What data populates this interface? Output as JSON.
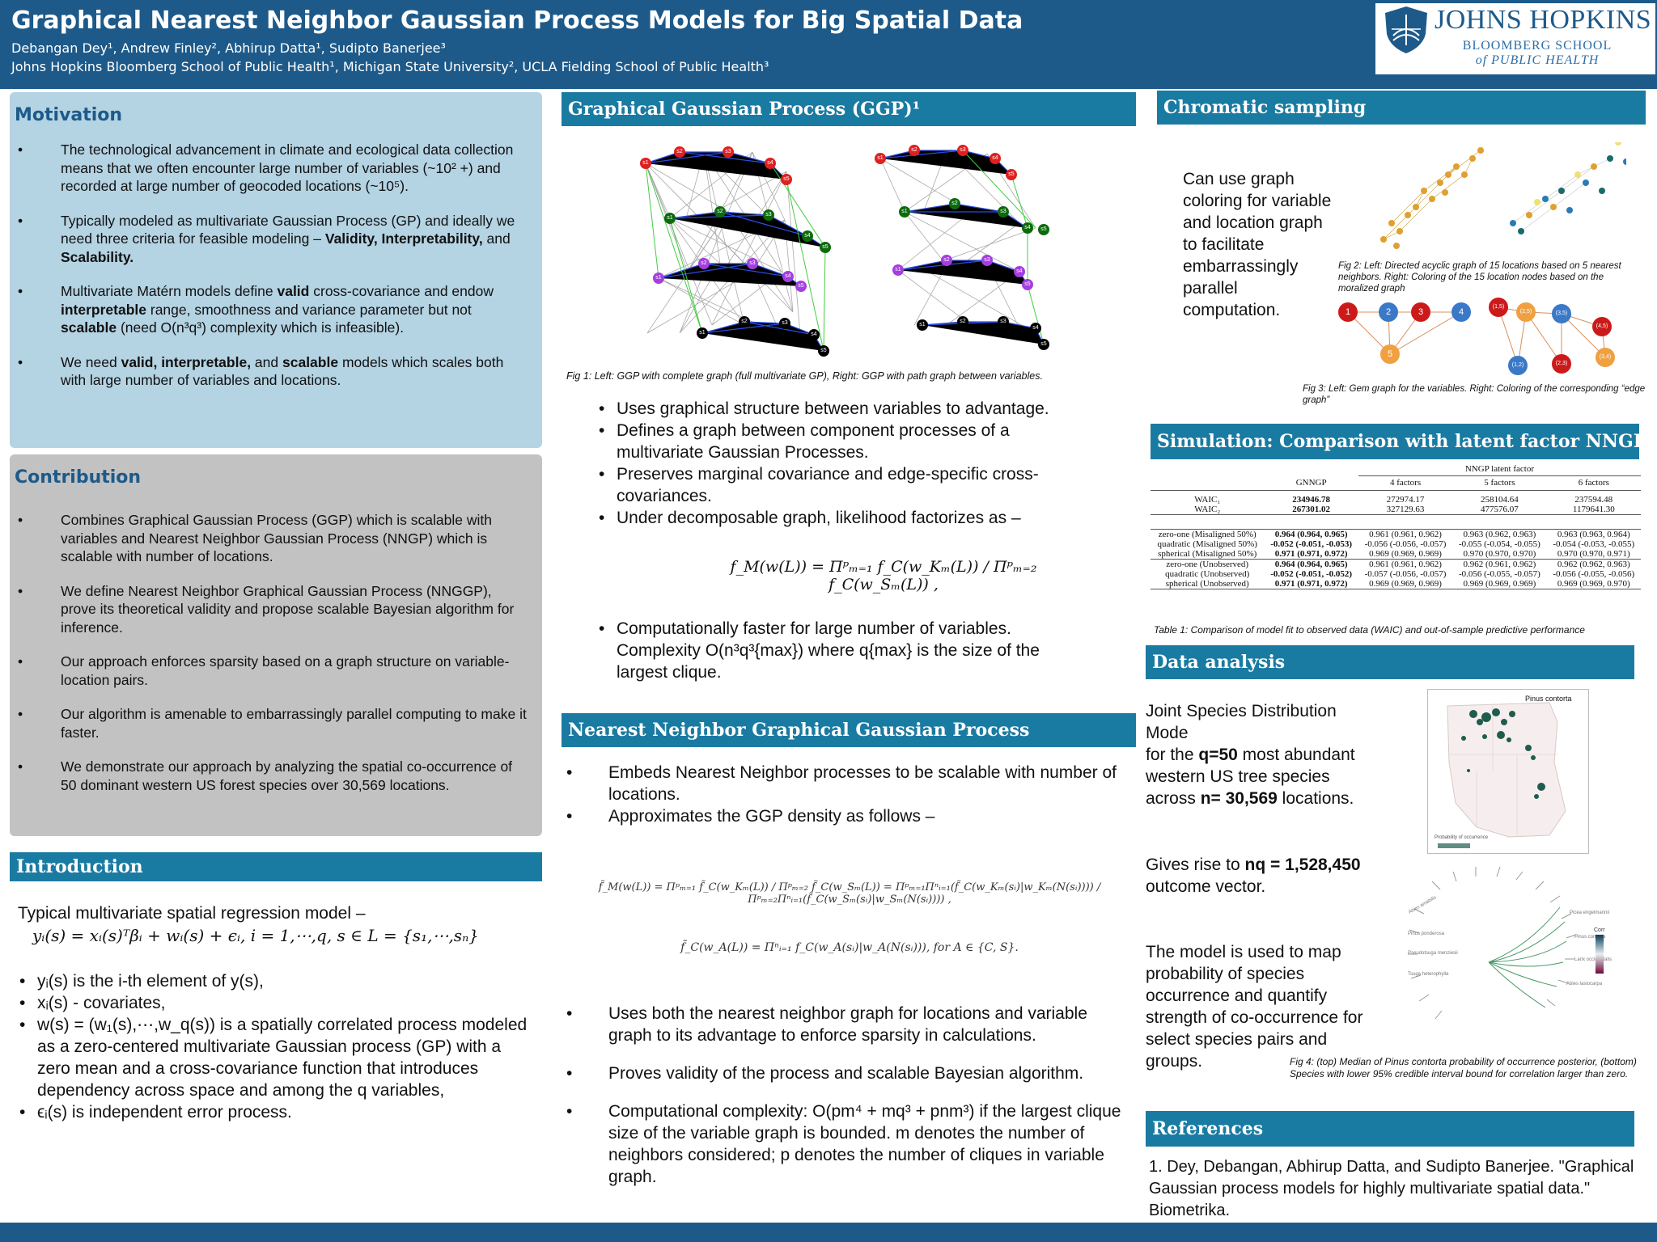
{
  "header": {
    "title": "Graphical Nearest Neighbor Gaussian Process  Models for Big Spatial Data",
    "authors": "Debangan Dey¹, Andrew Finley², Abhirup Datta¹, Sudipto Banerjee³",
    "affiliations": "Johns Hopkins Bloomberg School of Public Health¹, Michigan State University², UCLA Fielding School of Public Health³",
    "logo_name": "JOHNS HOPKINS",
    "logo_sub1": "BLOOMBERG SCHOOL",
    "logo_sub2": "of PUBLIC HEALTH"
  },
  "motivation": {
    "title": "Motivation",
    "items": [
      {
        "a": "The technological advancement in climate and ecological data collection means that we often encounter large number of variables (~10² +) and recorded at large number of geocoded locations (~10⁵).",
        "b": "",
        "c": "",
        "d": "",
        "e": "",
        "f": "",
        "g": ""
      },
      {
        "a": "Typically modeled as multivariate Gaussian Process (GP) and ideally we need three criteria for feasible modeling – ",
        "b": "Validity, Interpretability,",
        "c": " and ",
        "d": "Scalability.",
        "e": "",
        "f": "",
        "g": ""
      },
      {
        "a": "Multivariate Matérn models define ",
        "b": "valid",
        "c": " cross-covariance and endow ",
        "d": "interpretable",
        "e": " range, smoothness and variance parameter but not ",
        "f": "scalable",
        "g": " (need O(n³q³) complexity which is infeasible)."
      },
      {
        "a": "We need ",
        "b": "valid, interpretable,",
        "c": " and ",
        "d": "scalable",
        "e": " models which scales both with large number of variables and locations.",
        "f": "",
        "g": ""
      }
    ]
  },
  "contribution": {
    "title": "Contribution",
    "items": [
      "Combines Graphical Gaussian Process (GGP) which is scalable with variables and Nearest Neighbor Gaussian Process (NNGP) which is scalable with number of locations.",
      "We define Nearest Neighbor Graphical Gaussian Process (NNGGP), prove its theoretical validity and propose scalable Bayesian algorithm for inference.",
      "Our approach enforces sparsity based on a graph structure on variable-location pairs.",
      "Our algorithm is amenable to embarrassingly parallel computing to make it faster.",
      "We demonstrate our approach by analyzing the spatial co-occurrence of 50 dominant western US forest species over 30,569 locations."
    ]
  },
  "introduction": {
    "title": "Introduction",
    "lead": "Typical multivariate spatial regression model –",
    "eq": "yᵢ(s) = xᵢ(s)ᵀβᵢ + wᵢ(s) + ϵᵢ, i = 1,⋯,q, s ∈ L = {s₁,⋯,sₙ}",
    "items": [
      "yᵢ(s) is the i-th element of y(s),",
      "xᵢ(s) - covariates,",
      "w(s) = (w₁(s),⋯,w_q(s)) is a spatially correlated process modeled as a zero-centered multivariate Gaussian process (GP) with a zero mean and a cross-covariance function that introduces dependency across space and among the q variables,",
      "ϵᵢ(s) is independent error process."
    ]
  },
  "ggp": {
    "title": "Graphical Gaussian Process (GGP)¹",
    "fig_caption": "Fig 1: Left: GGP with complete graph (full multivariate GP), Right: GGP with path graph between variables.",
    "items": [
      "Uses graphical structure between variables to advantage.",
      "Defines a graph between component processes of a multivariate Gaussian Processes.",
      "Preserves marginal covariance and edge-specific cross-covariances.",
      "Under decomposable graph, likelihood factorizes as –"
    ],
    "eq": "f_M(w(L)) = Πᵖₘ₌₁ f_C(w_Kₘ(L)) / Πᵖₘ₌₂ f_C(w_Sₘ(L)) ,",
    "item_last": "Computationally faster for large number of variables. Complexity O(n³q³{max}) where q{max} is the size of the largest clique."
  },
  "nnggp": {
    "title": "Nearest Neighbor Graphical Gaussian Process",
    "items_top": [
      "Embeds Nearest Neighbor processes to be scalable with number of locations.",
      "Approximates the GGP density as follows –"
    ],
    "eq1": "f̃_M(w(L)) = Πᵖₘ₌₁ f̃_C(w_Kₘ(L)) / Πᵖₘ₌₂ f̃_C(w_Sₘ(L)) = Πᵖₘ₌₁Πⁿᵢ₌₁(f̃_C(w_Kₘ(sᵢ)|w_Kₘ(N(sᵢ)))) / Πᵖₘ₌₂Πⁿᵢ₌₁(f̃_C(w_Sₘ(sᵢ)|w_Sₘ(N(sᵢ)))) ,",
    "eq2": "f̃_C(w_A(L)) = Πⁿᵢ₌₁ f_C(w_A(sᵢ)|w_A(N(sᵢ))), for A ∈ {C, S}.",
    "items_bottom": [
      "Uses both the nearest neighbor graph for locations and variable graph to its advantage to enforce sparsity in calculations.",
      "Proves validity of the process and scalable Bayesian algorithm.",
      "Computational complexity: O(pm⁴ + mq³ + pnm³) if the largest clique size of the variable graph is bounded. m denotes the number of neighbors considered; p denotes the number of cliques in variable graph."
    ]
  },
  "chromatic": {
    "title": "Chromatic sampling",
    "text": "Can use graph coloring for variable and location graph to facilitate embarrassingly parallel computation.",
    "fig2_caption": "Fig 2: Left: Directed acyclic graph of 15 locations based on 5 nearest neighbors. Right: Coloring of the 15 location nodes based on the moralized graph",
    "fig3_caption": "Fig 3: Left: Gem graph for the variables. Right: Coloring of the corresponding “edge graph”",
    "gem_left": [
      "1",
      "2",
      "3",
      "4",
      "5"
    ],
    "gem_right": [
      "(1,5)",
      "(2,5)",
      "(3,5)",
      "(4,5)",
      "(1,2)",
      "(2,3)",
      "(3,4)"
    ]
  },
  "simulation": {
    "title": "Simulation: Comparison with latent factor NNGP",
    "group_header": "NNGP latent factor",
    "columns": [
      "",
      "GNNGP",
      "4 factors",
      "5 factors",
      "6 factors"
    ],
    "waic": [
      [
        "WAIC₁",
        "234946.78",
        "272974.17",
        "258104.64",
        "237594.48"
      ],
      [
        "WAIC₂",
        "267301.02",
        "327129.63",
        "477576.07",
        "1179641.30"
      ]
    ],
    "misaligned": [
      [
        "zero-one (Misaligned 50%)",
        "0.964 (0.964, 0.965)",
        "0.961 (0.961, 0.962)",
        "0.963 (0.962, 0.963)",
        "0.963 (0.963, 0.964)"
      ],
      [
        "quadratic (Misaligned 50%)",
        "-0.052 (-0.051, -0.053)",
        "-0.056 (-0.056, -0.057)",
        "-0.055 (-0.054, -0.055)",
        "-0.054 (-0.053, -0.055)"
      ],
      [
        "spherical (Misaligned 50%)",
        "0.971 (0.971, 0.972)",
        "0.969 (0.969, 0.969)",
        "0.970 (0.970, 0.970)",
        "0.970 (0.970, 0.971)"
      ]
    ],
    "unobserved": [
      [
        "zero-one (Unobserved)",
        "0.964 (0.964, 0.965)",
        "0.961 (0.961, 0.962)",
        "0.962 (0.961, 0.962)",
        "0.962 (0.962, 0.963)"
      ],
      [
        "quadratic (Unobserved)",
        "-0.052 (-0.051, -0.052)",
        "-0.057 (-0.056, -0.057)",
        "-0.056 (-0.055, -0.057)",
        "-0.056 (-0.055, -0.056)"
      ],
      [
        "spherical (Unobserved)",
        "0.971 (0.971, 0.972)",
        "0.969 (0.969, 0.969)",
        "0.969 (0.969, 0.969)",
        "0.969 (0.969, 0.970)"
      ]
    ],
    "caption": "Table 1: Comparison of model fit to observed data (WAIC) and out-of-sample predictive performance"
  },
  "data_analysis": {
    "title": "Data analysis",
    "p1_a": "Joint Species Distribution Mode",
    "p1_b": "for the ",
    "p1_c": "q=50",
    "p1_d": " most abundant western US tree species across ",
    "p1_e": "n= 30,569",
    "p1_f": " locations.",
    "p2_a": "Gives rise to ",
    "p2_b": "nq = 1,528,450",
    "p2_c": " outcome vector.",
    "p3": "The model is used to map probability of species occurrence and quantify strength of co-occurrence for select species pairs and groups.",
    "map_title": "Pinus contorta",
    "map_legend": "Probability of occurrence",
    "corr_legend": "Corr",
    "fig4_caption": "Fig 4: (top) Median of Pinus contorta probability of occurrence posterior, (bottom) Species with lower 95% credible interval bound for correlation larger than zero."
  },
  "references": {
    "title": "References",
    "text": "1. Dey, Debangan, Abhirup Datta, and Sudipto Banerjee. \"Graphical Gaussian process models for highly multivariate spatial data.\" Biometrika."
  },
  "colors": {
    "header": "#1d5a8a",
    "bar": "#1a7ba2",
    "motivation_bg": "#b4d3e3",
    "contribution_bg": "#c2c2c2"
  }
}
